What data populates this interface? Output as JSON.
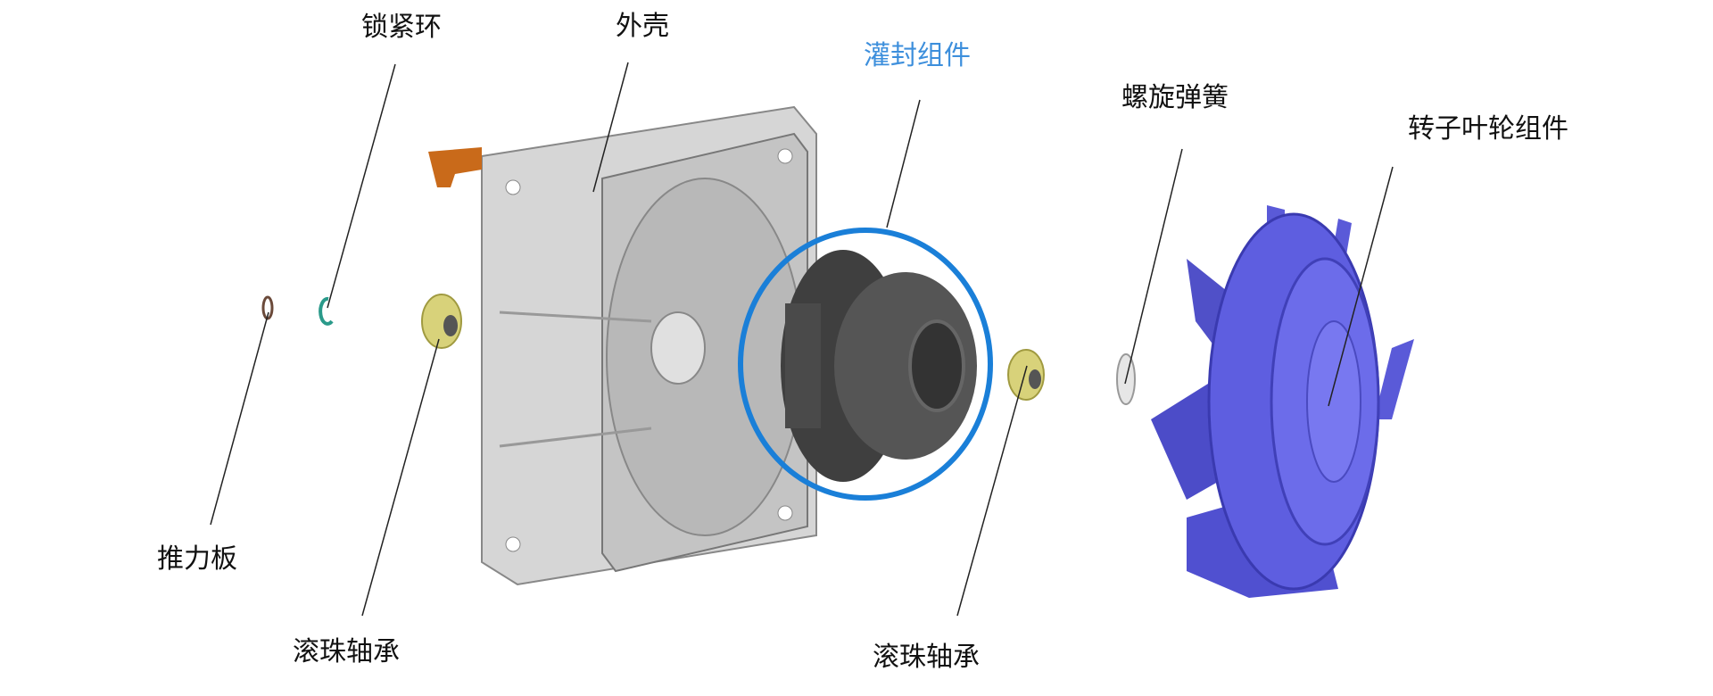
{
  "labels": {
    "lock_ring": "锁紧环",
    "housing": "外壳",
    "potting_assembly": "灌封组件",
    "spiral_spring": "螺旋弹簧",
    "rotor_impeller_assembly": "转子叶轮组件",
    "thrust_plate": "推力板",
    "ball_bearing_left": "滚珠轴承",
    "ball_bearing_right": "滚珠轴承"
  },
  "colors": {
    "highlight": "#3d8fdc",
    "impeller": "#5a5ad8",
    "housing": "#cfcfcf",
    "potting": "#4a4a4a",
    "bearing": "#d8d27a"
  }
}
